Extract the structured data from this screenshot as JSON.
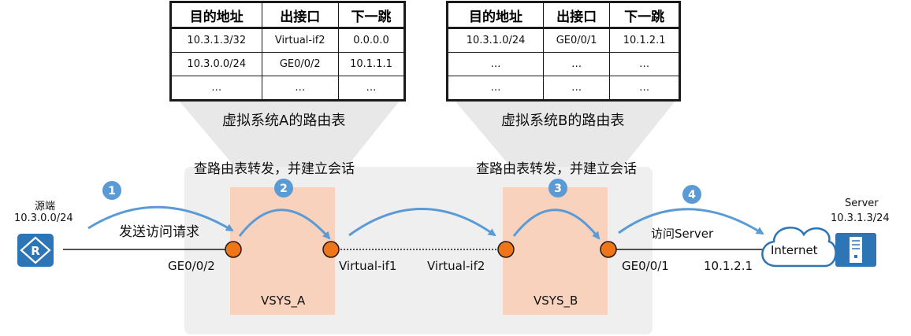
{
  "colors": {
    "gray_panel": "#efefef",
    "vsys_box": "#f8d2bc",
    "port_fill": "#f07418",
    "arrow": "#5b9bd5",
    "step_badge": "#5b9bd5",
    "cloud_stroke": "#2e75b6",
    "device_fill": "#2e75b6"
  },
  "route_table_a": {
    "headers": [
      "目的地址",
      "出接口",
      "下一跳"
    ],
    "rows": [
      [
        "10.3.1.3/32",
        "Virtual-if2",
        "0.0.0.0"
      ],
      [
        "10.3.0.0/24",
        "GE0/0/2",
        "10.1.1.1"
      ],
      [
        "…",
        "…",
        "…"
      ]
    ],
    "caption": "虚拟系统A的路由表"
  },
  "route_table_b": {
    "headers": [
      "目的地址",
      "出接口",
      "下一跳"
    ],
    "rows": [
      [
        "10.3.1.0/24",
        "GE0/0/1",
        "10.1.2.1"
      ],
      [
        "…",
        "…",
        "…"
      ],
      [
        "…",
        "…",
        "…"
      ]
    ],
    "caption": "虚拟系统B的路由表"
  },
  "labels": {
    "lookup_a": "查路由表转发，并建立会话",
    "lookup_b": "查路由表转发，并建立会话",
    "source_name": "源端",
    "source_ip": "10.3.0.0/24",
    "send_request": "发送访问请求",
    "server_name": "Server",
    "server_ip": "10.3.1.3/24",
    "access_server": "访问Server",
    "internet": "Internet",
    "vsys_a": "VSYS_A",
    "vsys_b": "VSYS_B",
    "port_ge002": "GE0/0/2",
    "port_vif1": "Virtual-if1",
    "port_vif2": "Virtual-if2",
    "port_ge001": "GE0/0/1",
    "next_hop_ip": "10.1.2.1"
  },
  "steps": [
    "1",
    "2",
    "3",
    "4"
  ],
  "icons": {
    "router": "router-icon",
    "cloud": "cloud-icon",
    "server": "server-icon"
  }
}
